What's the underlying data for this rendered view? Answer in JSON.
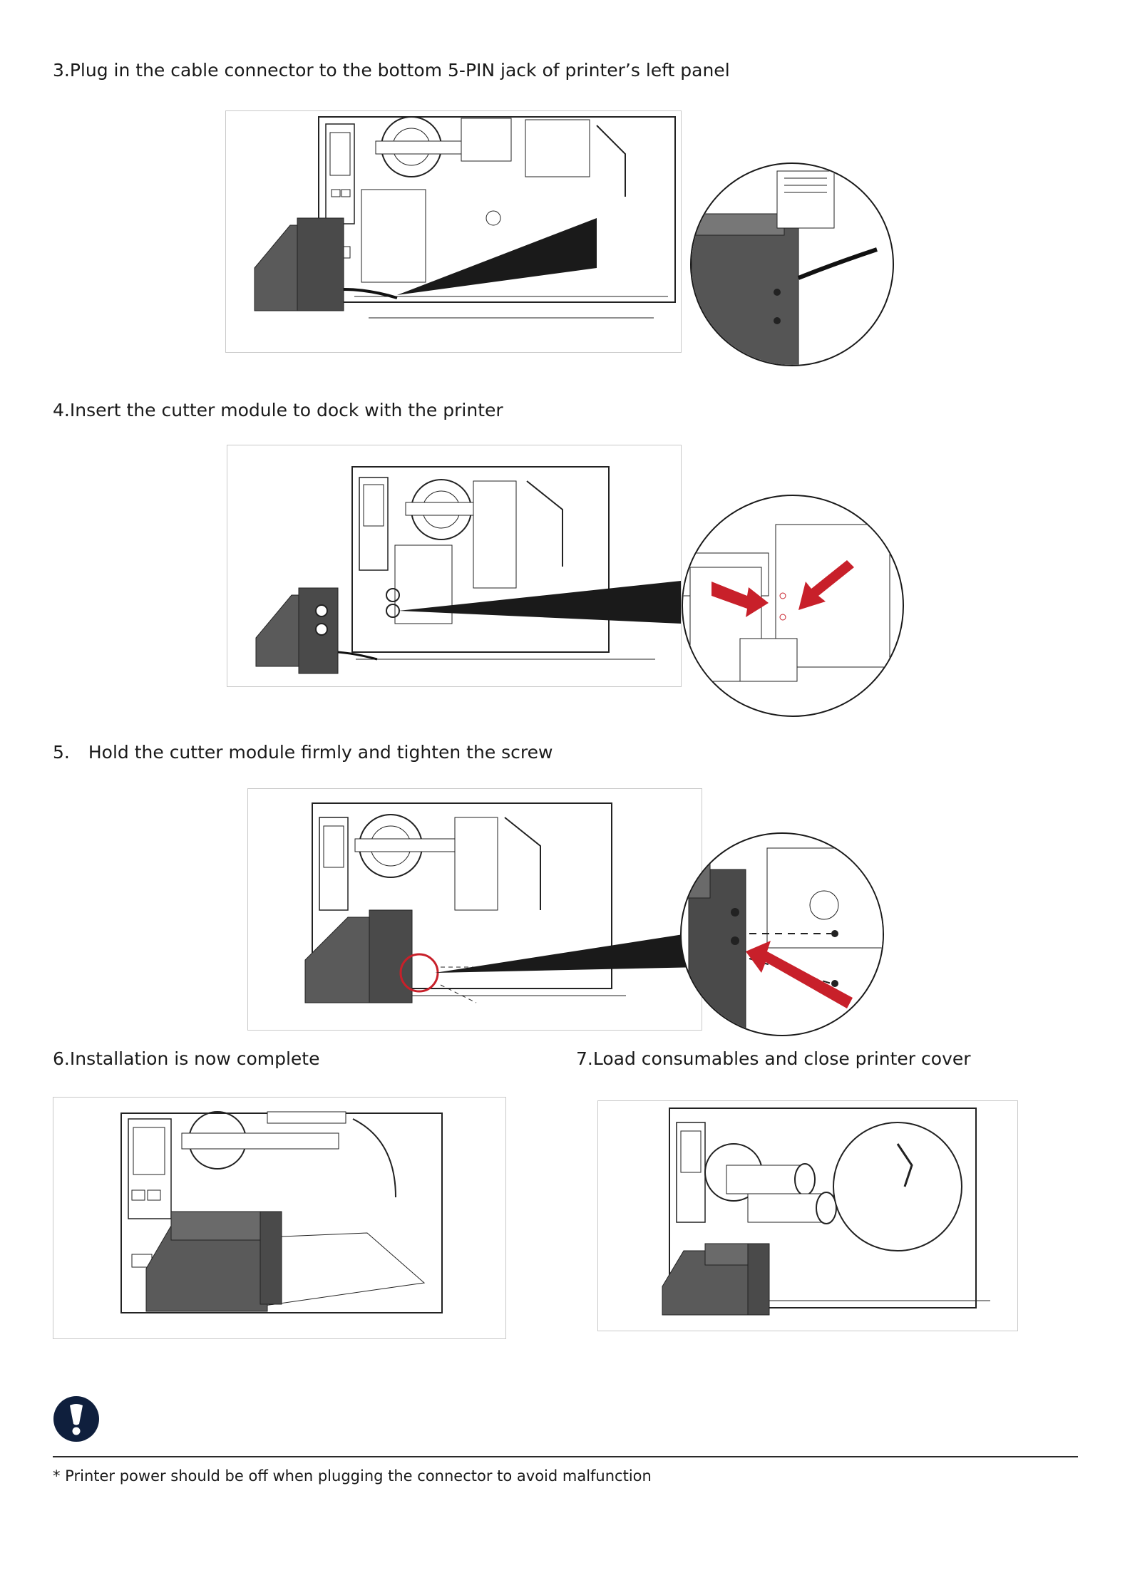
{
  "steps": {
    "s3": "3.Plug in the cable connector to the bottom 5-PIN jack of printer’s left panel",
    "s4": "4.Insert the cutter module to dock with the printer",
    "s5_num": "5.",
    "s5_text": "Hold the cutter module firmly and tighten the screw",
    "s6": "6.Installation is now complete",
    "s7": "7.Load consumables and close printer cover"
  },
  "note": {
    "icon": "exclamation-icon",
    "text": "* Printer power should be off when plugging the connector to avoid malfunction"
  },
  "colors": {
    "accent_red": "#c8202a",
    "icon_navy": "#0f1f3d",
    "module_gray": "#5a5a5a"
  }
}
